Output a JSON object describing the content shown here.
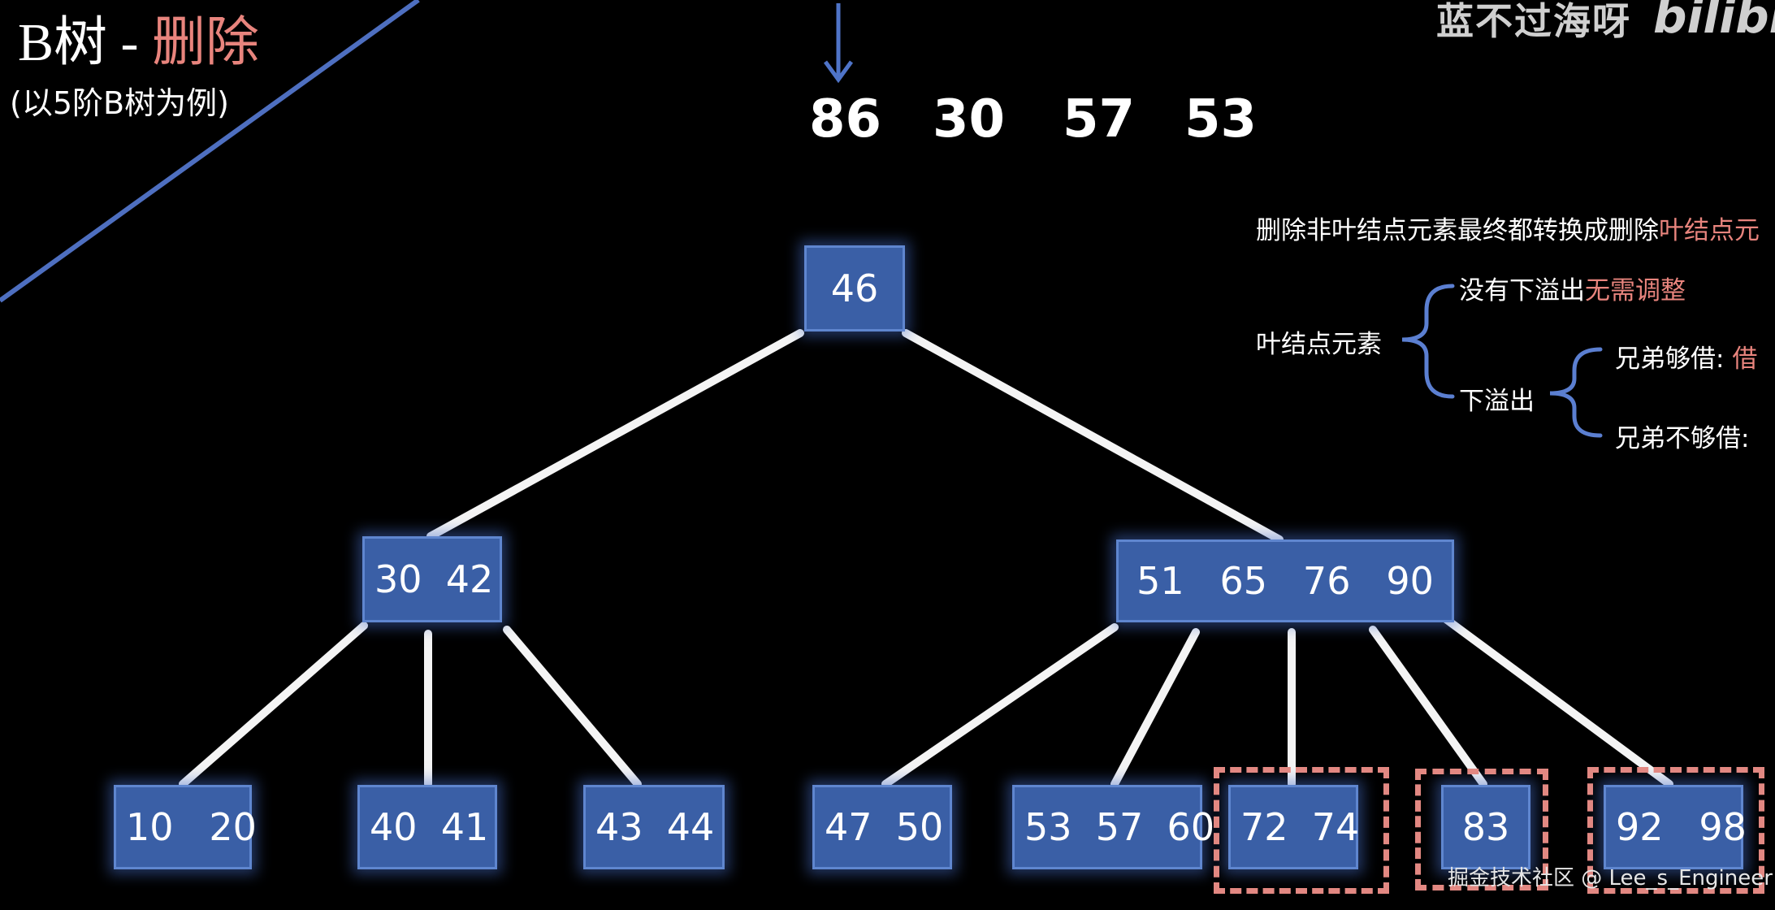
{
  "header": {
    "title_prefix": "B树 - ",
    "title_accent": "删除",
    "subtitle": "(以5阶B树为例)",
    "brand_text": "蓝不过海呀",
    "logo_text": "bilibili",
    "watermark": "掘金技术社区 @ Lee_s_Engineer"
  },
  "delete_sequence": [
    "86",
    "30",
    "57",
    "53"
  ],
  "tree": {
    "root": {
      "keys": "46"
    },
    "level1": [
      {
        "keys": "30  42"
      },
      {
        "keys": "51   65   76   90"
      }
    ],
    "leaves": [
      {
        "keys": "10   20"
      },
      {
        "keys": "40  41"
      },
      {
        "keys": "43  44"
      },
      {
        "keys": "47  50"
      },
      {
        "keys": "53  57  60"
      },
      {
        "keys": "72  74"
      },
      {
        "keys": "83"
      },
      {
        "keys": "92   98"
      }
    ]
  },
  "notes": {
    "line1_prefix": "删除非叶结点元素最终都转换成删除",
    "line1_accent": "叶结点元",
    "leaf_label": "叶结点元素",
    "no_underflow_prefix": "没有下溢出",
    "no_underflow_accent": "无需调整",
    "underflow_label": "下溢出",
    "sibling_can_lend_prefix": "兄弟够借: ",
    "sibling_can_lend_accent": "借",
    "sibling_cannot_lend": "兄弟不够借:"
  },
  "colors": {
    "node_fill": "#3a5fa6",
    "node_border": "#5f86cf",
    "highlight_dash": "#e28882",
    "accent_text": "#e8847d",
    "bracket": "#5b7fd1",
    "diagonal_line": "#4e6fc0"
  }
}
